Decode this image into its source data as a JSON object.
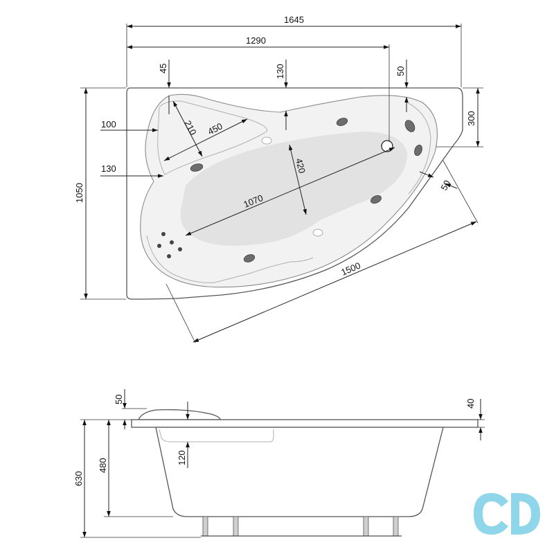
{
  "top_view": {
    "overall_width": "1645",
    "bath_length_upper": "1290",
    "depth": "1050",
    "diagonal_length": "1500",
    "inner_length": "1070",
    "inner_width": "420",
    "dim_45": "45",
    "dim_130_top": "130",
    "dim_50_top": "50",
    "dim_300": "300",
    "dim_100": "100",
    "dim_130_left": "130",
    "dim_210": "210",
    "dim_450": "450",
    "dim_50_right": "50"
  },
  "side_view": {
    "total_height": "630",
    "inner_depth": "480",
    "rim_step": "50",
    "rim_thickness": "40",
    "headrest_depth": "120"
  },
  "logo": {
    "text": "CD",
    "color": "#8fd6ea"
  }
}
